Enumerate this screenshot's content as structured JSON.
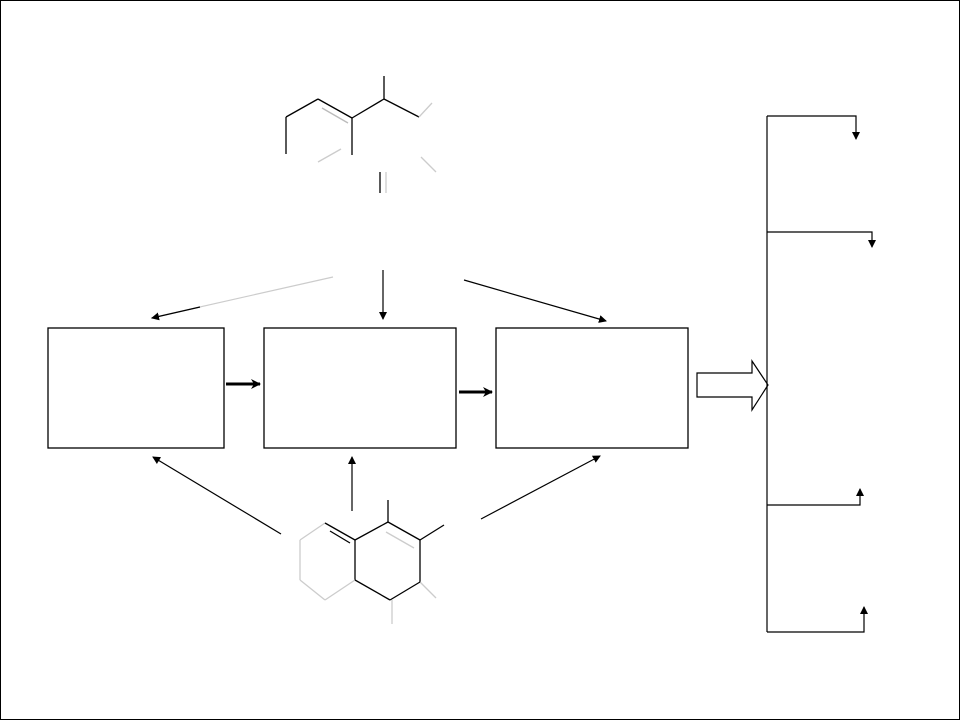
{
  "diagram": {
    "nodes": [
      {
        "id": "stage-1",
        "label": ""
      },
      {
        "id": "stage-2",
        "label": ""
      },
      {
        "id": "stage-3",
        "label": ""
      }
    ],
    "molecules": [
      {
        "id": "top-molecule",
        "label": ""
      },
      {
        "id": "bottom-molecule",
        "label": ""
      }
    ],
    "outputs": [
      {
        "id": "output-1",
        "label": ""
      },
      {
        "id": "output-2",
        "label": ""
      },
      {
        "id": "output-3",
        "label": ""
      },
      {
        "id": "output-4",
        "label": ""
      }
    ],
    "colors": {
      "stroke": "#000000",
      "faint_stroke": "#cccccc",
      "background": "#ffffff"
    }
  }
}
